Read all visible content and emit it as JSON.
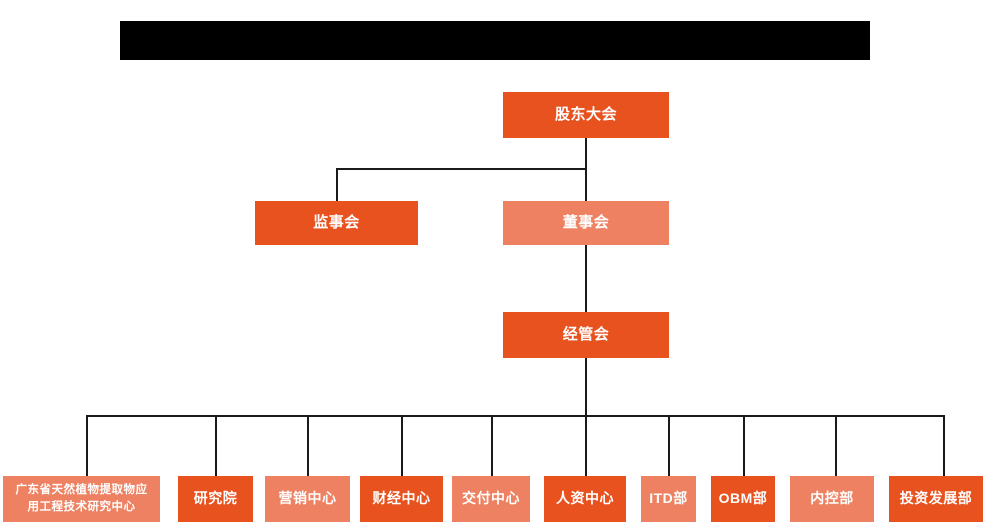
{
  "page": {
    "title_bar_redacted": true,
    "background": "#ffffff"
  },
  "colors": {
    "accent_dark": "#E8521E",
    "accent_light": "#ED8162",
    "line": "#1a1a1a",
    "text": "#ffffff",
    "redaction": "#000000"
  },
  "chart_data": {
    "type": "diagram",
    "diagram_type": "organization-chart",
    "title": "",
    "levels": 4,
    "nodes": [
      {
        "id": "n1",
        "label": "股东大会",
        "level": 1,
        "tone": "dark"
      },
      {
        "id": "n2",
        "label": "监事会",
        "level": 2,
        "tone": "dark"
      },
      {
        "id": "n3",
        "label": "董事会",
        "level": 2,
        "tone": "light"
      },
      {
        "id": "n4",
        "label": "经管会",
        "level": 3,
        "tone": "dark"
      },
      {
        "id": "d1",
        "label": "广东省天然植物提取物应\n用工程技术研究中心",
        "level": 4,
        "tone": "light"
      },
      {
        "id": "d2",
        "label": "研究院",
        "level": 4,
        "tone": "dark"
      },
      {
        "id": "d3",
        "label": "营销中心",
        "level": 4,
        "tone": "light"
      },
      {
        "id": "d4",
        "label": "财经中心",
        "level": 4,
        "tone": "dark"
      },
      {
        "id": "d5",
        "label": "交付中心",
        "level": 4,
        "tone": "light"
      },
      {
        "id": "d6",
        "label": "人资中心",
        "level": 4,
        "tone": "dark"
      },
      {
        "id": "d7",
        "label": "ITD部",
        "level": 4,
        "tone": "light"
      },
      {
        "id": "d8",
        "label": "OBM部",
        "level": 4,
        "tone": "dark"
      },
      {
        "id": "d9",
        "label": "内控部",
        "level": 4,
        "tone": "light"
      },
      {
        "id": "d10",
        "label": "投资发展部",
        "level": 4,
        "tone": "dark"
      }
    ],
    "edges": [
      {
        "from": "n1",
        "to": "n2"
      },
      {
        "from": "n1",
        "to": "n3"
      },
      {
        "from": "n3",
        "to": "n4"
      },
      {
        "from": "n4",
        "to": "d1"
      },
      {
        "from": "n4",
        "to": "d2"
      },
      {
        "from": "n4",
        "to": "d3"
      },
      {
        "from": "n4",
        "to": "d4"
      },
      {
        "from": "n4",
        "to": "d5"
      },
      {
        "from": "n4",
        "to": "d6"
      },
      {
        "from": "n4",
        "to": "d7"
      },
      {
        "from": "n4",
        "to": "d8"
      },
      {
        "from": "n4",
        "to": "d9"
      },
      {
        "from": "n4",
        "to": "d10"
      }
    ]
  },
  "nodes": {
    "shareholders_meeting": "股东大会",
    "supervisory_board": "监事会",
    "board_of_directors": "董事会",
    "management_committee": "经管会",
    "dept_1_line_1": "广东省天然植物提取物应",
    "dept_1_line_2": "用工程技术研究中心",
    "dept_2": "研究院",
    "dept_3": "营销中心",
    "dept_4": "财经中心",
    "dept_5": "交付中心",
    "dept_6": "人资中心",
    "dept_7": "ITD部",
    "dept_8": "OBM部",
    "dept_9": "内控部",
    "dept_10": "投资发展部"
  }
}
